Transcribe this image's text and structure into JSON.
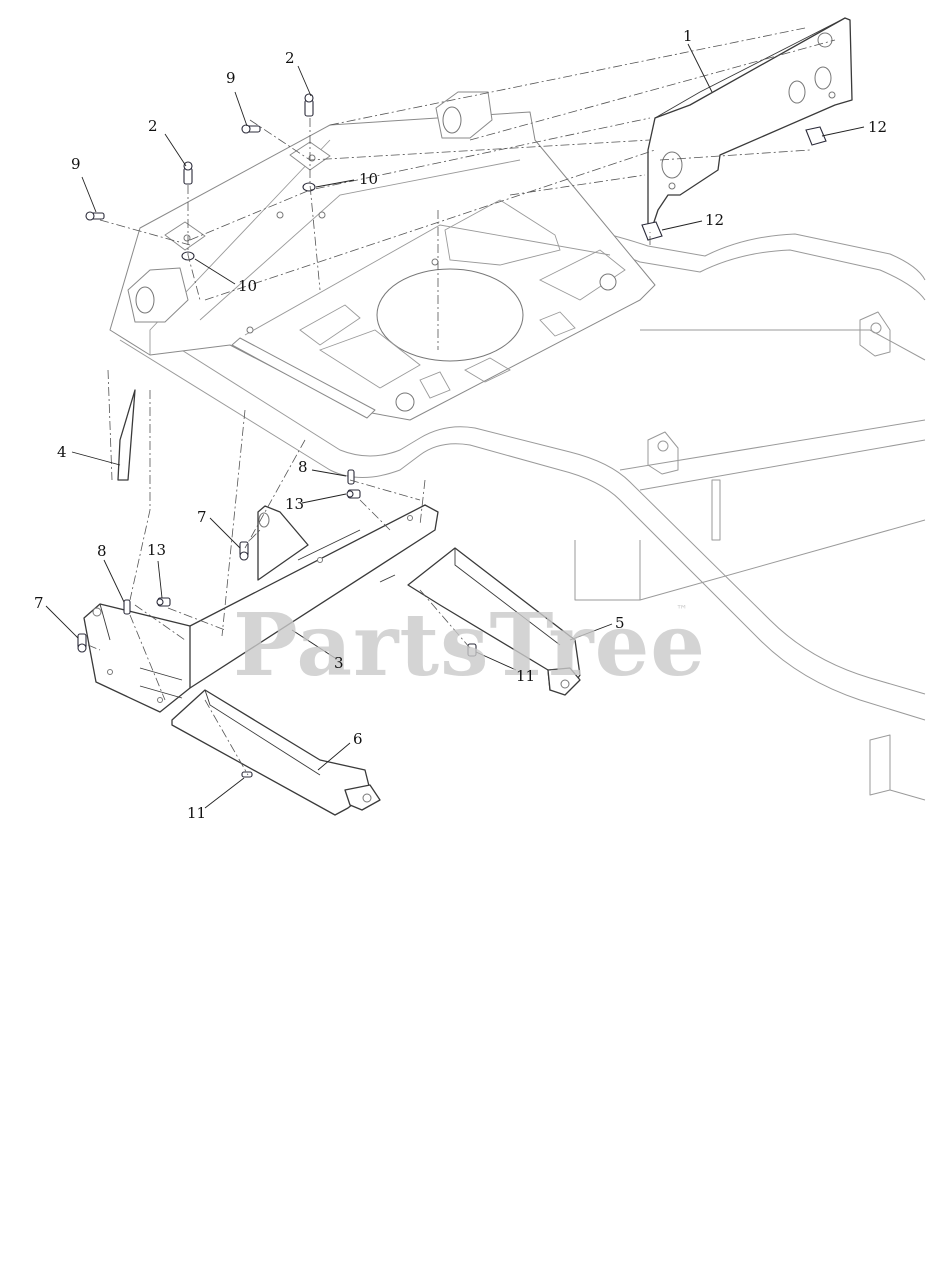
{
  "watermark": {
    "text": "PartsTree",
    "trademark": "™"
  },
  "callouts": [
    {
      "id": "c1",
      "text": "1"
    },
    {
      "id": "c2a",
      "text": "2"
    },
    {
      "id": "c2b",
      "text": "2"
    },
    {
      "id": "c3",
      "text": "3"
    },
    {
      "id": "c4",
      "text": "4"
    },
    {
      "id": "c5",
      "text": "5"
    },
    {
      "id": "c6",
      "text": "6"
    },
    {
      "id": "c7a",
      "text": "7"
    },
    {
      "id": "c7b",
      "text": "7"
    },
    {
      "id": "c8a",
      "text": "8"
    },
    {
      "id": "c8b",
      "text": "8"
    },
    {
      "id": "c9a",
      "text": "9"
    },
    {
      "id": "c9b",
      "text": "9"
    },
    {
      "id": "c10a",
      "text": "10"
    },
    {
      "id": "c10b",
      "text": "10"
    },
    {
      "id": "c11a",
      "text": "11"
    },
    {
      "id": "c11b",
      "text": "11"
    },
    {
      "id": "c12a",
      "text": "12"
    },
    {
      "id": "c12b",
      "text": "12"
    },
    {
      "id": "c13a",
      "text": "13"
    },
    {
      "id": "c13b",
      "text": "13"
    }
  ]
}
